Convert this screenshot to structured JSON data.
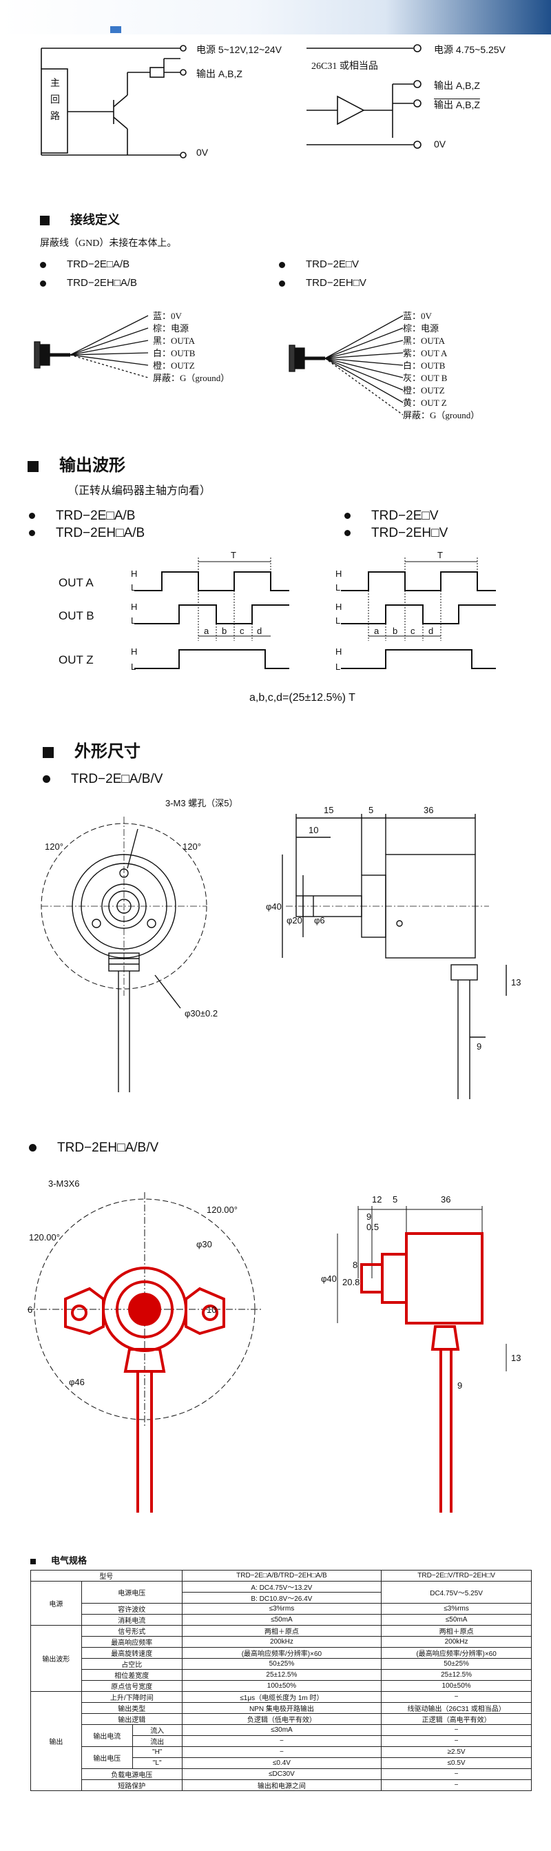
{
  "circuit": {
    "left_box_chars": [
      "主",
      "回",
      "路"
    ],
    "power_left": "电源 5~12V,12~24V",
    "output_left": "输出 A,B,Z",
    "zero_left": "0V",
    "power_right": "电源 4.75~5.25V",
    "chip": "26C31 或相当品",
    "output_right1": "输出 A,B,Z",
    "output_right2": "输出 A,B,Z",
    "zero_right": "0V"
  },
  "wiring": {
    "title": "接线定义",
    "note": "屏蔽线（GND）未接在本体上。",
    "models": [
      "TRD−2E□A/B",
      "TRD−2EH□A/B",
      "TRD−2E□V",
      "TRD−2EH□V"
    ],
    "left_wires": [
      "蓝：0V",
      "棕：电源",
      "黑：OUTA",
      "白：OUTB",
      "橙：OUTZ",
      "屏蔽：G（ground）"
    ],
    "right_wires": [
      "蓝：0V",
      "棕：电源",
      "黑：OUTA",
      "紫：OUT A",
      "白：OUTB",
      "灰：OUT B",
      "橙：OUTZ",
      "黄：OUT Z",
      "屏蔽：G（ground）"
    ]
  },
  "waveform": {
    "title": "输出波形",
    "subtitle": "（正转从编码器主轴方向看）",
    "models": [
      "TRD−2E□A/B",
      "TRD−2EH□A/B",
      "TRD−2E□V",
      "TRD−2EH□V"
    ],
    "labels": [
      "OUT A",
      "OUT B",
      "OUT Z"
    ],
    "levels": [
      "H",
      "L"
    ],
    "period": "T",
    "segments": [
      "a",
      "b",
      "c",
      "d"
    ],
    "formula": "a,b,c,d=(25±12.5%) T"
  },
  "dimensions": {
    "title": "外形尺寸",
    "model1": "TRD−2E□A/B/V",
    "model2": "TRD−2EH□A/B/V",
    "d1": {
      "hole": "3-M3 螺孔（深5）",
      "angle": "120°",
      "dia": "φ30±0.2",
      "w15": "15",
      "w5": "5",
      "w36": "36",
      "w10": "10",
      "d40": "φ40",
      "d20": "φ20",
      "d6": "φ6",
      "h13": "13",
      "h9": "9"
    },
    "d2": {
      "hole": "3-M3X6",
      "angle": "120.00°",
      "dia30": "φ30",
      "dia46": "φ46",
      "w12": "12",
      "w5": "5",
      "w36": "36",
      "w9": "9",
      "w05": "0.5",
      "d40": "φ40",
      "d20": "20.8",
      "d8": "8",
      "h13": "13",
      "h9": "9",
      "s6": "6",
      "s10": "10"
    }
  },
  "spec": {
    "title": "电气规格",
    "header": [
      "型号",
      "TRD−2E□A/B/TRD−2EH□A/B",
      "TRD−2E□V/TRD−2EH□V"
    ],
    "groups": {
      "power": "电源",
      "wave": "输出波形",
      "output": "输出"
    },
    "rows": [
      [
        "电源电压",
        "A: DC4.75V～13.2V",
        "DC4.75V～5.25V"
      ],
      [
        "",
        "B: DC10.8V～26.4V",
        ""
      ],
      [
        "容许波纹",
        "≤3%rms",
        "≤3%rms"
      ],
      [
        "消耗电流",
        "≤50mA",
        "≤50mA"
      ],
      [
        "信号形式",
        "两相＋原点",
        "两相＋原点"
      ],
      [
        "最高响应频率",
        "200kHz",
        "200kHz"
      ],
      [
        "最高旋转速度",
        "(最高响应频率/分辨率)×60",
        "(最高响应频率/分辨率)×60"
      ],
      [
        "占空比",
        "50±25%",
        "50±25%"
      ],
      [
        "相位差宽度",
        "25±12.5%",
        "25±12.5%"
      ],
      [
        "原点信号宽度",
        "100±50%",
        "100±50%"
      ],
      [
        "上升/下降时间",
        "≤1μs（电缆长度为 1m 时）",
        "−"
      ],
      [
        "输出类型",
        "NPN 集电极开路输出",
        "线驱动输出（26C31 或相当品）"
      ],
      [
        "输出逻辑",
        "负逻辑（低电平有效）",
        "正逻辑（高电平有效）"
      ]
    ],
    "current_label": "输出电流",
    "current_in": "流入",
    "current_in_v1": "≤30mA",
    "current_in_v2": "−",
    "current_out": "流出",
    "current_out_v1": "−",
    "current_out_v2": "−",
    "voltage_label": "输出电压",
    "volt_h": "\"H\"",
    "volt_h_v1": "−",
    "volt_h_v2": "≥2.5V",
    "volt_l": "\"L\"",
    "volt_l_v1": "≤0.4V",
    "volt_l_v2": "≤0.5V",
    "load_label": "负载电源电压",
    "load_v1": "≤DC30V",
    "load_v2": "−",
    "short_label": "短路保护",
    "short_v1": "输出和电源之间",
    "short_v2": "−"
  }
}
